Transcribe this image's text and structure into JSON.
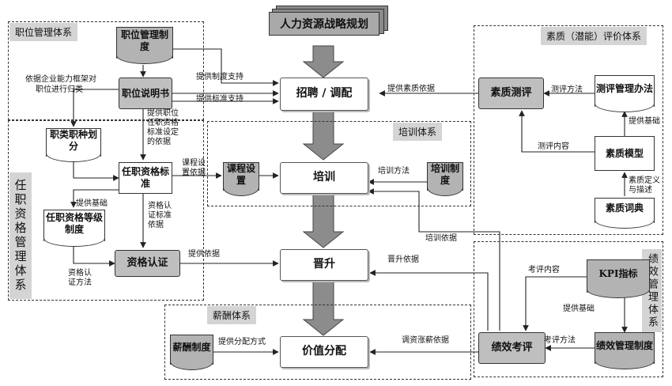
{
  "regions": {
    "position": "职位管理体系",
    "qualification": "任职资格管理体系",
    "competency": "素质（潜能）评价体系",
    "training": "培训体系",
    "performance": "绩效管理体系",
    "salary": "薪酬体系"
  },
  "nodes": {
    "strategy": "人力资源战略规划",
    "recruit": "招聘 / 调配",
    "train": "培训",
    "promote": "晋升",
    "value": "价值分配",
    "pos_mgmt": "职位管理制度",
    "job_desc": "职位说明书",
    "job_class": "职类职种划分",
    "qual_std": "任职资格标准",
    "qual_grade": "任职资格等级制度",
    "qual_cert": "资格认证",
    "course": "课程设置",
    "train_sys": "培训制度",
    "quality_eval": "素质测评",
    "eval_method": "测评管理办法",
    "quality_model": "素质模型",
    "quality_dict": "素质词典",
    "kpi": "KPI指标",
    "perf_eval": "绩效考评",
    "perf_sys": "绩效管理制度",
    "salary_sys": "薪酬制度"
  },
  "edge_labels": {
    "l1": "依据企业能力框架对",
    "l2": "职位进行归类",
    "l3": "提供制度支持",
    "l4": "提供标准支持",
    "l5": "提供职位",
    "l6": "任职资格",
    "l7": "标准设定",
    "l8": "的依据",
    "l9": "提供素质依据",
    "l10": "测评方法",
    "l11": "提供基础",
    "l12": "测评内容",
    "l13": "素质定义",
    "l14": "与描述",
    "l15": "课程设",
    "l16": "置依据",
    "l17": "培训方法",
    "l18": "提供基础",
    "l19": "资格认",
    "l20": "证标准",
    "l21": "依据",
    "l22": "资格认",
    "l23": "证方法",
    "l24": "提供依据",
    "l25": "培训依据",
    "l26": "晋升依据",
    "l27": "考评内容",
    "l28": "提供基础",
    "l29": "考评方法",
    "l30": "提供分配方式",
    "l31": "调资涨薪依据"
  }
}
